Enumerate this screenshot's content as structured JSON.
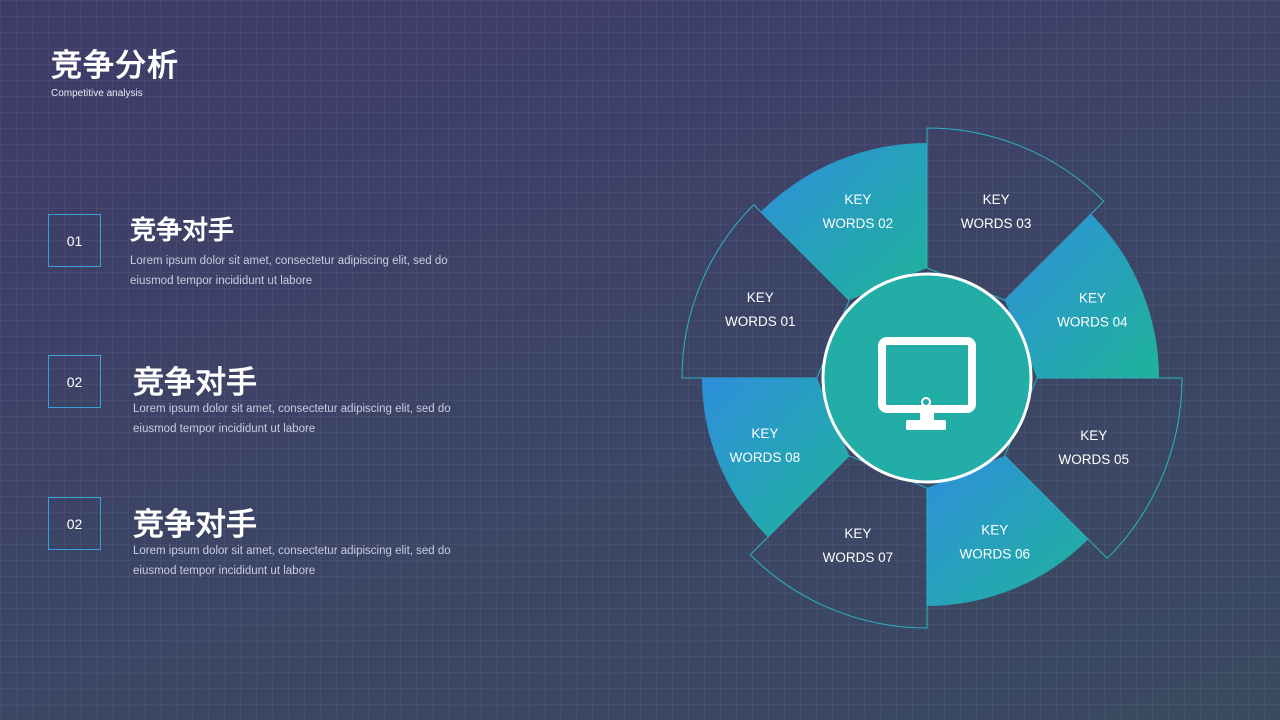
{
  "header": {
    "title": "竞争分析",
    "subtitle": "Competitive analysis"
  },
  "items": [
    {
      "num": "01",
      "title": "竞争对手",
      "desc": "Lorem ipsum dolor sit amet, consectetur adipiscing elit, sed do eiusmod tempor incididunt ut labore"
    },
    {
      "num": "02",
      "title": "竞争对手",
      "desc": "Lorem ipsum dolor sit amet, consectetur adipiscing elit, sed do eiusmod tempor incididunt ut labore"
    },
    {
      "num": "02",
      "title": "竞争对手",
      "desc": "Lorem ipsum dolor sit amet, consectetur adipiscing elit, sed do eiusmod tempor incididunt ut labore"
    }
  ],
  "diagram": {
    "center_icon": "monitor-icon",
    "colors": {
      "gradient_start": "#2e8fdc",
      "gradient_end": "#1fb39a",
      "center_fill": "#22ada6",
      "outline": "#2bb3c2"
    },
    "segments": [
      {
        "line1": "KEY",
        "line2": "WORDS 01",
        "style": "outline"
      },
      {
        "line1": "KEY",
        "line2": "WORDS 02",
        "style": "filled"
      },
      {
        "line1": "KEY",
        "line2": "WORDS 03",
        "style": "outline"
      },
      {
        "line1": "KEY",
        "line2": "WORDS 04",
        "style": "filled"
      },
      {
        "line1": "KEY",
        "line2": "WORDS 05",
        "style": "outline"
      },
      {
        "line1": "KEY",
        "line2": "WORDS 06",
        "style": "filled"
      },
      {
        "line1": "KEY",
        "line2": "WORDS 07",
        "style": "outline"
      },
      {
        "line1": "KEY",
        "line2": "WORDS 08",
        "style": "filled"
      }
    ]
  }
}
